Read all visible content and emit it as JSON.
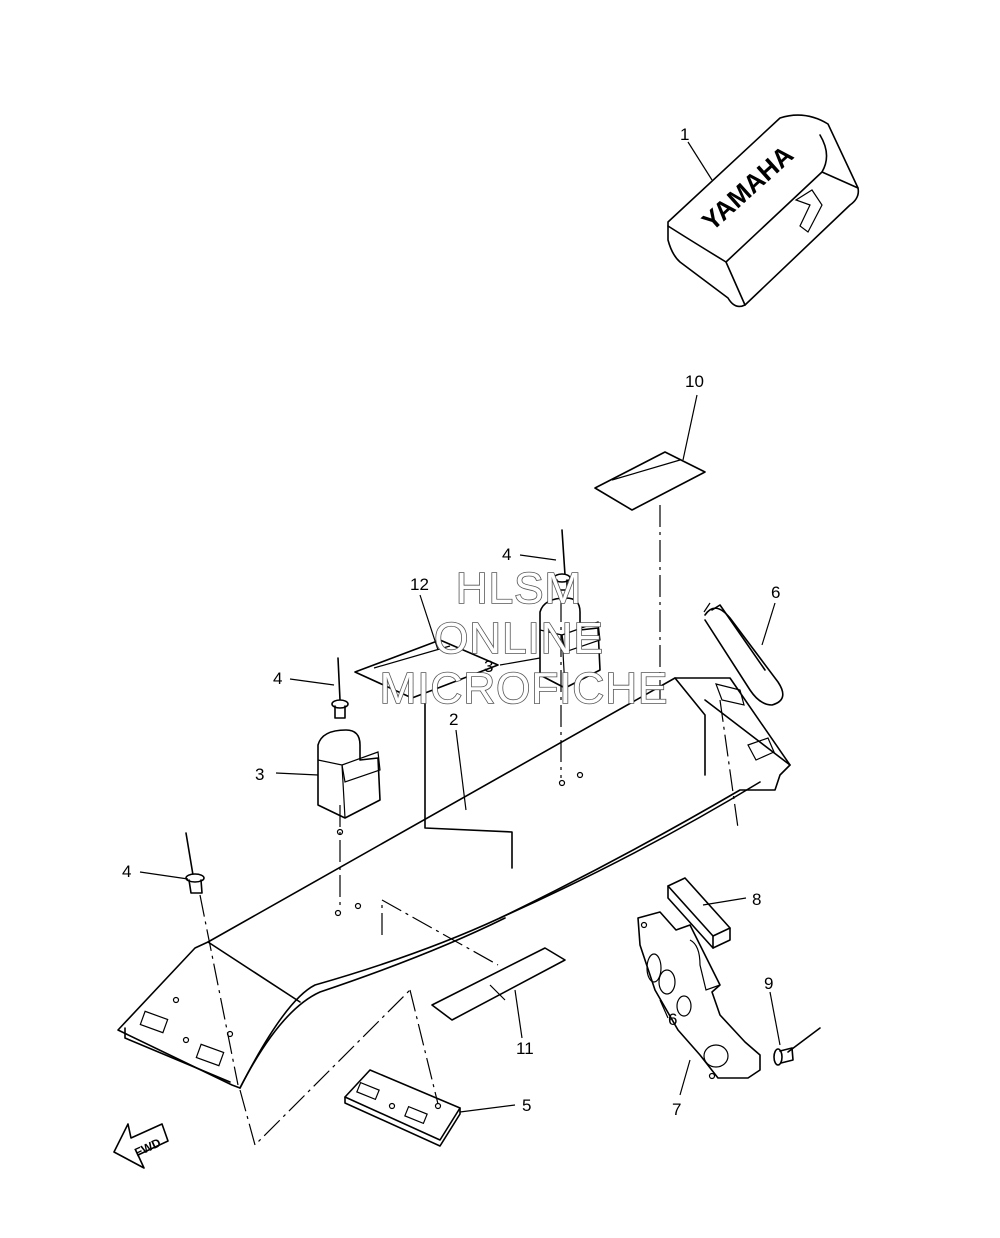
{
  "callouts": {
    "c1": "1",
    "c2": "2",
    "c3a": "3",
    "c3b": "3",
    "c4a": "4",
    "c4b": "4",
    "c4c": "4",
    "c5": "5",
    "c6a": "6",
    "c6b": "6",
    "c7": "7",
    "c8": "8",
    "c9": "9",
    "c10": "10",
    "c11": "11",
    "c12": "12"
  },
  "cover_logo": "YAMAHA",
  "fwd_arrow": "FWD",
  "watermark": {
    "line1": "HLSM",
    "line2": "ONLINE",
    "line3": "MICROFICHE"
  }
}
